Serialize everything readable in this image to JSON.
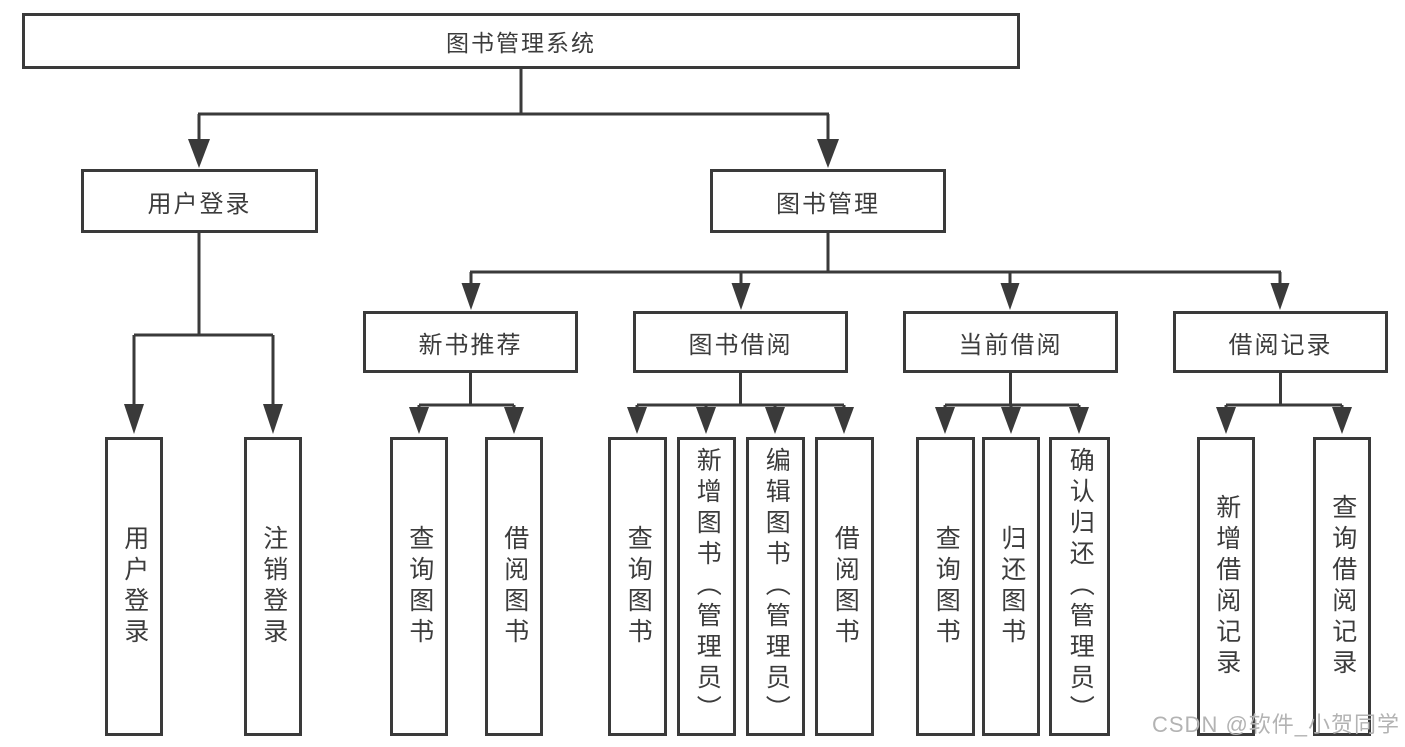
{
  "diagram_type": "hierarchy-tree",
  "colors": {
    "background": "#ffffff",
    "box_border": "#3a3a3a",
    "connector_line": "#3a3a3a",
    "text": "#3c3c3c",
    "watermark": "#b3b3b3"
  },
  "tree": {
    "root": {
      "label": "图书管理系统",
      "children": [
        {
          "label": "用户登录",
          "children": [
            {
              "label": "用户登录"
            },
            {
              "label": "注销登录"
            }
          ]
        },
        {
          "label": "图书管理",
          "children": [
            {
              "label": "新书推荐",
              "children": [
                {
                  "label": "查询图书"
                },
                {
                  "label": "借阅图书"
                }
              ]
            },
            {
              "label": "图书借阅",
              "children": [
                {
                  "label": "查询图书"
                },
                {
                  "label": "新增图书（管理员）"
                },
                {
                  "label": "编辑图书（管理员）"
                },
                {
                  "label": "借阅图书"
                }
              ]
            },
            {
              "label": "当前借阅",
              "children": [
                {
                  "label": "查询图书"
                },
                {
                  "label": "归还图书"
                },
                {
                  "label": "确认归还（管理员）"
                }
              ]
            },
            {
              "label": "借阅记录",
              "children": [
                {
                  "label": "新增借阅记录"
                },
                {
                  "label": "查询借阅记录"
                }
              ]
            }
          ]
        }
      ]
    }
  },
  "watermark": {
    "text": "CSDN @软件_小贺同学"
  }
}
